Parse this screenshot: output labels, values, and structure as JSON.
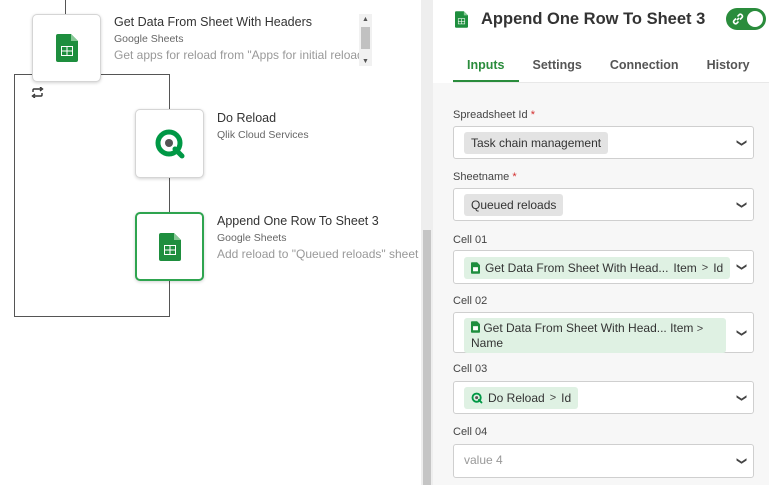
{
  "flow": {
    "nodes": [
      {
        "title": "Get Data From Sheet With Headers",
        "subtitle": "Google Sheets",
        "description": "Get apps for reload from \"Apps for initial reload\"",
        "icon": "google-sheets-icon"
      },
      {
        "title": "Do Reload",
        "subtitle": "Qlik Cloud Services",
        "description": "",
        "icon": "qlik-icon"
      },
      {
        "title": "Append One Row To Sheet 3",
        "subtitle": "Google Sheets",
        "description": "Add reload to \"Queued reloads\" sheet",
        "icon": "google-sheets-icon"
      }
    ],
    "loop_icon": "loop-icon"
  },
  "panel": {
    "title": "Append One Row To Sheet 3",
    "icon": "google-sheets-icon",
    "toggle_icon": "link-icon",
    "tabs": [
      {
        "label": "Inputs",
        "active": true
      },
      {
        "label": "Settings",
        "active": false
      },
      {
        "label": "Connection",
        "active": false
      },
      {
        "label": "History",
        "active": false
      }
    ],
    "fields": {
      "spreadsheet_id": {
        "label": "Spreadsheet Id",
        "required": "*",
        "value": "Task chain management"
      },
      "sheetname": {
        "label": "Sheetname",
        "required": "*",
        "value": "Queued reloads"
      },
      "cell01": {
        "label": "Cell 01",
        "source": "Get Data From Sheet With Head...",
        "path1": "Item",
        "path2": "Id"
      },
      "cell02": {
        "label": "Cell 02",
        "source": "Get Data From Sheet With Head...",
        "path1": "Item",
        "path2": "Name"
      },
      "cell03": {
        "label": "Cell 03",
        "source": "Do Reload",
        "path1": "Id"
      },
      "cell04": {
        "label": "Cell 04",
        "placeholder": "value 4"
      }
    }
  },
  "colors": {
    "accent": "#2a8c3c",
    "sheets_green": "#1e8e3e",
    "qlik_green": "#009845"
  }
}
